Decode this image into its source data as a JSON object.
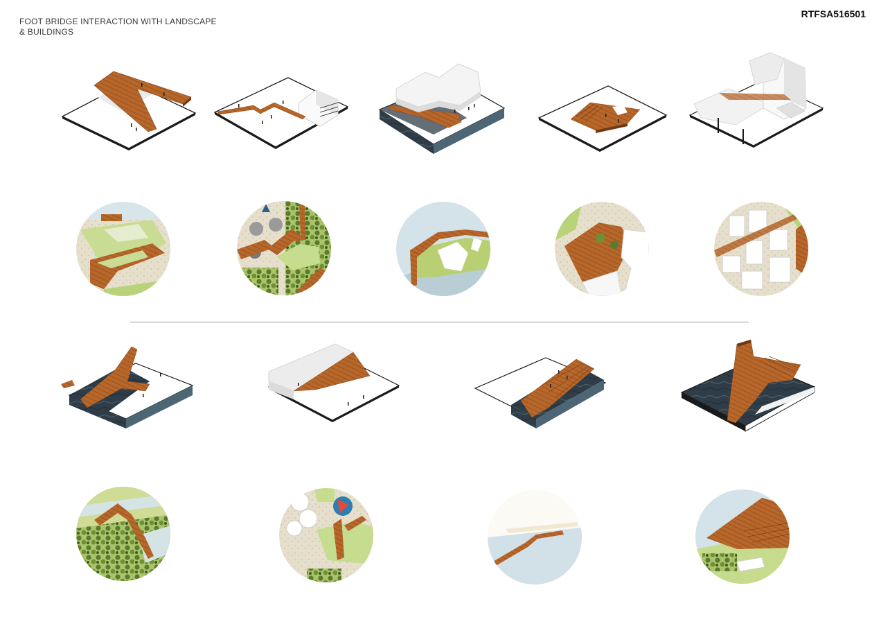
{
  "header": {
    "title_line1": "FOOT BRIDGE INTERACTION WITH LANDSCAPE",
    "title_line2": "& BUILDINGS",
    "code": "RTFSA516501"
  },
  "colors": {
    "wood": "#b8672a",
    "wood_dark": "#8a4a1c",
    "slab_white": "#ffffff",
    "slab_edge": "#1a1a1a",
    "water": "#2d3a44",
    "grass": "#b9d37a",
    "paving": "#e7e0cf",
    "sky_water": "#cfdde3"
  },
  "row1": {
    "axonometrics": [
      {
        "id": 1,
        "feature": "forked-bridge-on-sloped-landscape"
      },
      {
        "id": 2,
        "feature": "zigzag-bridge-to-building"
      },
      {
        "id": 3,
        "feature": "bridge-under-sculptural-building-over-water"
      },
      {
        "id": 4,
        "feature": "stepped-platform-with-courtyard"
      },
      {
        "id": 5,
        "feature": "bridge-through-building-cluster"
      }
    ],
    "plans": [
      {
        "id": 1,
        "feature": "amphitheatre-lawn"
      },
      {
        "id": 2,
        "feature": "zigzag-path-through-trees"
      },
      {
        "id": 3,
        "feature": "water-edge-loop"
      },
      {
        "id": 4,
        "feature": "deck-with-planters"
      },
      {
        "id": 5,
        "feature": "bridge-between-buildings"
      }
    ]
  },
  "row2": {
    "axonometrics": [
      {
        "id": 6,
        "feature": "folded-bridge-over-water"
      },
      {
        "id": 7,
        "feature": "ramp-into-building-mass"
      },
      {
        "id": 8,
        "feature": "stepped-deck-to-water"
      },
      {
        "id": 9,
        "feature": "tower-and-terraced-deck-over-water"
      }
    ],
    "plans": [
      {
        "id": 6,
        "feature": "bridge-across-river-with-trees"
      },
      {
        "id": 7,
        "feature": "tent-canopies-and-lawn"
      },
      {
        "id": 8,
        "feature": "boardwalk-across-water"
      },
      {
        "id": 9,
        "feature": "terraced-deck-with-garden"
      }
    ]
  }
}
